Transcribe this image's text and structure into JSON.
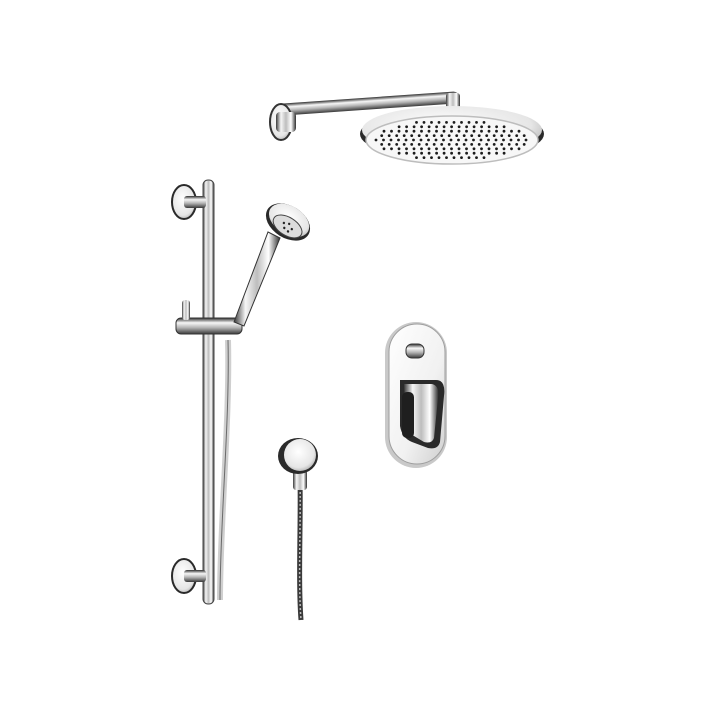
{
  "scene": {
    "background": "#ffffff",
    "colors": {
      "chrome_light": "#f4f4f4",
      "chrome_mid": "#b9b9b9",
      "chrome_dark": "#2b2b2b",
      "nozzle": "#1c1c1c"
    },
    "items": [
      "overhead-rain-shower-head",
      "wall-shower-arm",
      "slide-rail",
      "hand-shower",
      "wall-outlet-hose",
      "mixer-valve-plate"
    ]
  }
}
